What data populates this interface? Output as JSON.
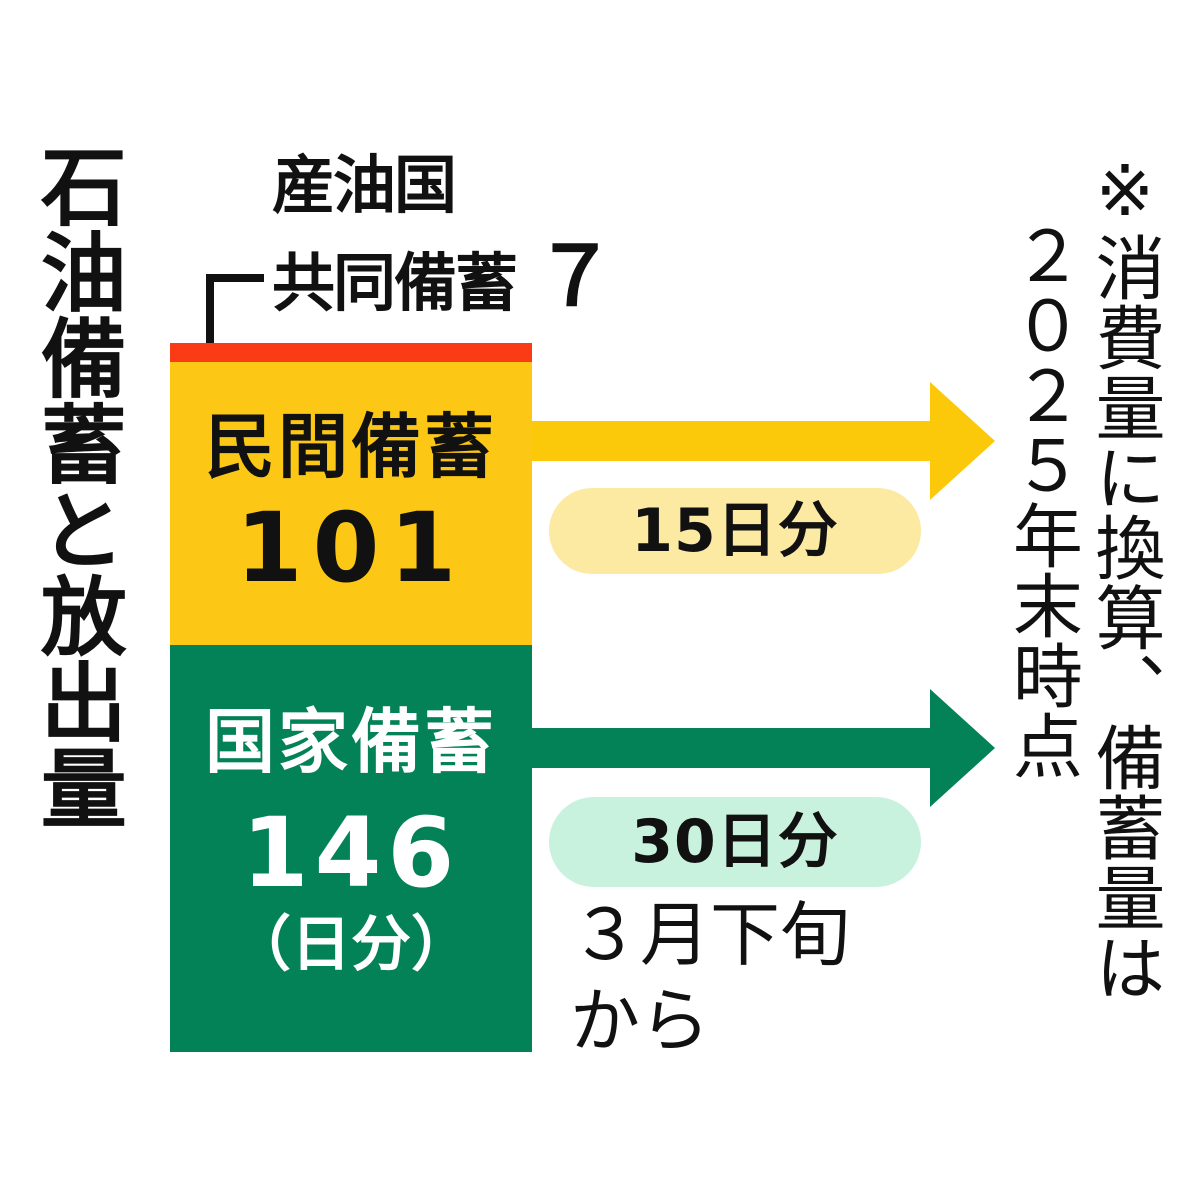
{
  "title": "石油備蓄と放出量",
  "joint_reserve": {
    "label_line1": "産油国",
    "label_line2": "共同備蓄",
    "value": "７"
  },
  "bar": {
    "private": {
      "label": "民間備蓄",
      "value": "101"
    },
    "national": {
      "label": "国家備蓄",
      "value": "146",
      "unit": "（日分）"
    }
  },
  "release": {
    "private_days": "15日分",
    "national_days": "30日分",
    "national_start": "３月下旬\nから"
  },
  "note": "※消費量に換算、備蓄量は\n　２０２５年末時点",
  "colors": {
    "joint_red": "#fb3a16",
    "private_yellow": "#fcc715",
    "national_green": "#048257",
    "pill_pale_yellow": "#fce9a2",
    "pill_mint": "#c9f2de",
    "text_black": "#111111",
    "text_white": "#ffffff"
  },
  "chart_data": {
    "type": "bar",
    "title": "石油備蓄と放出量",
    "categories": [
      "産油国共同備蓄",
      "民間備蓄",
      "国家備蓄"
    ],
    "values": [
      7,
      101,
      146
    ],
    "unit": "日分",
    "stacked": true,
    "orientation": "vertical-stack",
    "segment_colors": [
      "#fb3a16",
      "#fcc715",
      "#048257"
    ],
    "annotations": [
      {
        "target": "民間備蓄",
        "release_amount": "15日分"
      },
      {
        "target": "国家備蓄",
        "release_amount": "30日分",
        "release_start": "３月下旬から"
      }
    ],
    "footnote": "※消費量に換算、備蓄量は２０２５年末時点"
  }
}
